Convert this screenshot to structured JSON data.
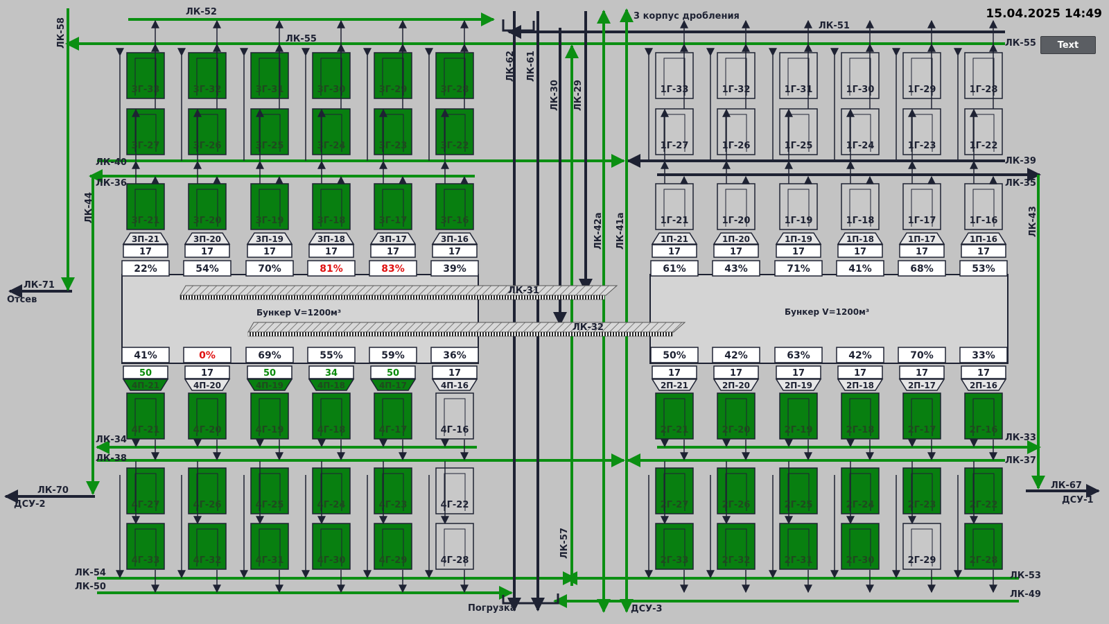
{
  "header": {
    "datetime": "15.04.2025 14:49",
    "text_button": "Text"
  },
  "colors": {
    "active": "#087f10",
    "inactive": "#c8c8c8",
    "line_green": "#0b8f12",
    "line_dark": "#1e2233",
    "warn": "#e01010",
    "ok": "#0a8a0a"
  },
  "lines": {
    "lk52": "ЛК-52",
    "lk55": "ЛК-55",
    "lk58": "ЛК-58",
    "lk51": "ЛК-51",
    "lk55r": "ЛК-55",
    "corpus3": "3 корпус дробления",
    "lk62": "ЛК-62",
    "lk61": "ЛК-61",
    "lk30": "ЛК-30",
    "lk29": "ЛК-29",
    "lk40": "ЛК-40",
    "lk36": "ЛК-36",
    "lk44": "ЛК-44",
    "lk39": "ЛК-39",
    "lk35": "ЛК-35",
    "lk43": "ЛК-43",
    "lk42a": "ЛК-42а",
    "lk41a": "ЛК-41а",
    "lk71": "ЛК-71",
    "otsev": "Отсев",
    "lk31": "ЛК-31",
    "lk32": "ЛК-32",
    "lk34": "ЛК-34",
    "lk38": "ЛК-38",
    "lk33": "ЛК-33",
    "lk37": "ЛК-37",
    "lk70": "ЛК-70",
    "dsu2": "ДСУ-2",
    "lk67": "ЛК-67",
    "dsu1": "ДСУ-1",
    "lk57": "ЛК-57",
    "lk54": "ЛК-54",
    "lk50": "ЛК-50",
    "lk53": "ЛК-53",
    "lk49": "ЛК-49",
    "pogruzka": "Погрузка",
    "dsu3": "ДСУ-3"
  },
  "bunkers": {
    "left_label": "Бункер V=1200м³",
    "right_label": "Бункер V=1200м³"
  },
  "left": {
    "row1": [
      {
        "id": "3Г-33",
        "on": true
      },
      {
        "id": "3Г-32",
        "on": true
      },
      {
        "id": "3Г-31",
        "on": true
      },
      {
        "id": "3Г-30",
        "on": true
      },
      {
        "id": "3Г-29",
        "on": true
      },
      {
        "id": "3Г-28",
        "on": true
      }
    ],
    "row2": [
      {
        "id": "3Г-27",
        "on": true
      },
      {
        "id": "3Г-26",
        "on": true
      },
      {
        "id": "3Г-25",
        "on": true
      },
      {
        "id": "3Г-24",
        "on": true
      },
      {
        "id": "3Г-23",
        "on": true
      },
      {
        "id": "3Г-22",
        "on": true
      }
    ],
    "row3": [
      {
        "id": "3Г-21",
        "on": true
      },
      {
        "id": "3Г-20",
        "on": true
      },
      {
        "id": "3Г-19",
        "on": true
      },
      {
        "id": "3Г-18",
        "on": true
      },
      {
        "id": "3Г-17",
        "on": true
      },
      {
        "id": "3Г-16",
        "on": true
      }
    ],
    "feeders_top": [
      {
        "id": "3П-21",
        "val": "17"
      },
      {
        "id": "3П-20",
        "val": "17"
      },
      {
        "id": "3П-19",
        "val": "17"
      },
      {
        "id": "3П-18",
        "val": "17"
      },
      {
        "id": "3П-17",
        "val": "17"
      },
      {
        "id": "3П-16",
        "val": "17"
      }
    ],
    "pct_top": [
      {
        "v": "22%",
        "warn": false
      },
      {
        "v": "54%",
        "warn": false
      },
      {
        "v": "70%",
        "warn": false
      },
      {
        "v": "81%",
        "warn": true
      },
      {
        "v": "83%",
        "warn": true
      },
      {
        "v": "39%",
        "warn": false
      }
    ],
    "pct_bottom": [
      {
        "v": "41%",
        "warn": false
      },
      {
        "v": "0%",
        "warn": true
      },
      {
        "v": "69%",
        "warn": false
      },
      {
        "v": "55%",
        "warn": false
      },
      {
        "v": "59%",
        "warn": false
      },
      {
        "v": "36%",
        "warn": false
      }
    ],
    "feeders_bottom": [
      {
        "id": "4П-21",
        "val": "50",
        "on": true
      },
      {
        "id": "4П-20",
        "val": "17",
        "on": false
      },
      {
        "id": "4П-19",
        "val": "50",
        "on": true
      },
      {
        "id": "4П-18",
        "val": "34",
        "on": true
      },
      {
        "id": "4П-17",
        "val": "50",
        "on": true
      },
      {
        "id": "4П-16",
        "val": "17",
        "on": false
      }
    ],
    "row4": [
      {
        "id": "4Г-21",
        "on": true
      },
      {
        "id": "4Г-20",
        "on": true
      },
      {
        "id": "4Г-19",
        "on": true
      },
      {
        "id": "4Г-18",
        "on": true
      },
      {
        "id": "4Г-17",
        "on": true
      },
      {
        "id": "4Г-16",
        "on": false
      }
    ],
    "row5": [
      {
        "id": "4Г-27",
        "on": true
      },
      {
        "id": "4Г-26",
        "on": true
      },
      {
        "id": "4Г-25",
        "on": true
      },
      {
        "id": "4Г-24",
        "on": true
      },
      {
        "id": "4Г-23",
        "on": true
      },
      {
        "id": "4Г-22",
        "on": false
      }
    ],
    "row6": [
      {
        "id": "4Г-33",
        "on": true
      },
      {
        "id": "4Г-32",
        "on": true
      },
      {
        "id": "4Г-31",
        "on": true
      },
      {
        "id": "4Г-30",
        "on": true
      },
      {
        "id": "4Г-29",
        "on": true
      },
      {
        "id": "4Г-28",
        "on": false
      }
    ]
  },
  "right": {
    "row1": [
      {
        "id": "1Г-33",
        "on": false
      },
      {
        "id": "1Г-32",
        "on": false
      },
      {
        "id": "1Г-31",
        "on": false
      },
      {
        "id": "1Г-30",
        "on": false
      },
      {
        "id": "1Г-29",
        "on": false
      },
      {
        "id": "1Г-28",
        "on": false
      }
    ],
    "row2": [
      {
        "id": "1Г-27",
        "on": false
      },
      {
        "id": "1Г-26",
        "on": false
      },
      {
        "id": "1Г-25",
        "on": false
      },
      {
        "id": "1Г-24",
        "on": false
      },
      {
        "id": "1Г-23",
        "on": false
      },
      {
        "id": "1Г-22",
        "on": false
      }
    ],
    "row3": [
      {
        "id": "1Г-21",
        "on": false
      },
      {
        "id": "1Г-20",
        "on": false
      },
      {
        "id": "1Г-19",
        "on": false
      },
      {
        "id": "1Г-18",
        "on": false
      },
      {
        "id": "1Г-17",
        "on": false
      },
      {
        "id": "1Г-16",
        "on": false
      }
    ],
    "feeders_top": [
      {
        "id": "1П-21",
        "val": "17"
      },
      {
        "id": "1П-20",
        "val": "17"
      },
      {
        "id": "1П-19",
        "val": "17"
      },
      {
        "id": "1П-18",
        "val": "17"
      },
      {
        "id": "1П-17",
        "val": "17"
      },
      {
        "id": "1П-16",
        "val": "17"
      }
    ],
    "pct_top": [
      {
        "v": "61%",
        "warn": false
      },
      {
        "v": "43%",
        "warn": false
      },
      {
        "v": "71%",
        "warn": false
      },
      {
        "v": "41%",
        "warn": false
      },
      {
        "v": "68%",
        "warn": false
      },
      {
        "v": "53%",
        "warn": false
      }
    ],
    "pct_bottom": [
      {
        "v": "50%",
        "warn": false
      },
      {
        "v": "42%",
        "warn": false
      },
      {
        "v": "63%",
        "warn": false
      },
      {
        "v": "42%",
        "warn": false
      },
      {
        "v": "70%",
        "warn": false
      },
      {
        "v": "33%",
        "warn": false
      }
    ],
    "feeders_bottom": [
      {
        "id": "2П-21",
        "val": "17",
        "on": false
      },
      {
        "id": "2П-20",
        "val": "17",
        "on": false
      },
      {
        "id": "2П-19",
        "val": "17",
        "on": false
      },
      {
        "id": "2П-18",
        "val": "17",
        "on": false
      },
      {
        "id": "2П-17",
        "val": "17",
        "on": false
      },
      {
        "id": "2П-16",
        "val": "17",
        "on": false
      }
    ],
    "row4": [
      {
        "id": "2Г-21",
        "on": true
      },
      {
        "id": "2Г-20",
        "on": true
      },
      {
        "id": "2Г-19",
        "on": true
      },
      {
        "id": "2Г-18",
        "on": true
      },
      {
        "id": "2Г-17",
        "on": true
      },
      {
        "id": "2Г-16",
        "on": true
      }
    ],
    "row5": [
      {
        "id": "2Г-27",
        "on": true
      },
      {
        "id": "2Г-26",
        "on": true
      },
      {
        "id": "2Г-25",
        "on": true
      },
      {
        "id": "2Г-24",
        "on": true
      },
      {
        "id": "2Г-23",
        "on": true
      },
      {
        "id": "2Г-22",
        "on": true
      }
    ],
    "row6": [
      {
        "id": "2Г-33",
        "on": true
      },
      {
        "id": "2Г-32",
        "on": true
      },
      {
        "id": "2Г-31",
        "on": true
      },
      {
        "id": "2Г-30",
        "on": true
      },
      {
        "id": "2Г-29",
        "on": false
      },
      {
        "id": "2Г-28",
        "on": true
      }
    ]
  }
}
